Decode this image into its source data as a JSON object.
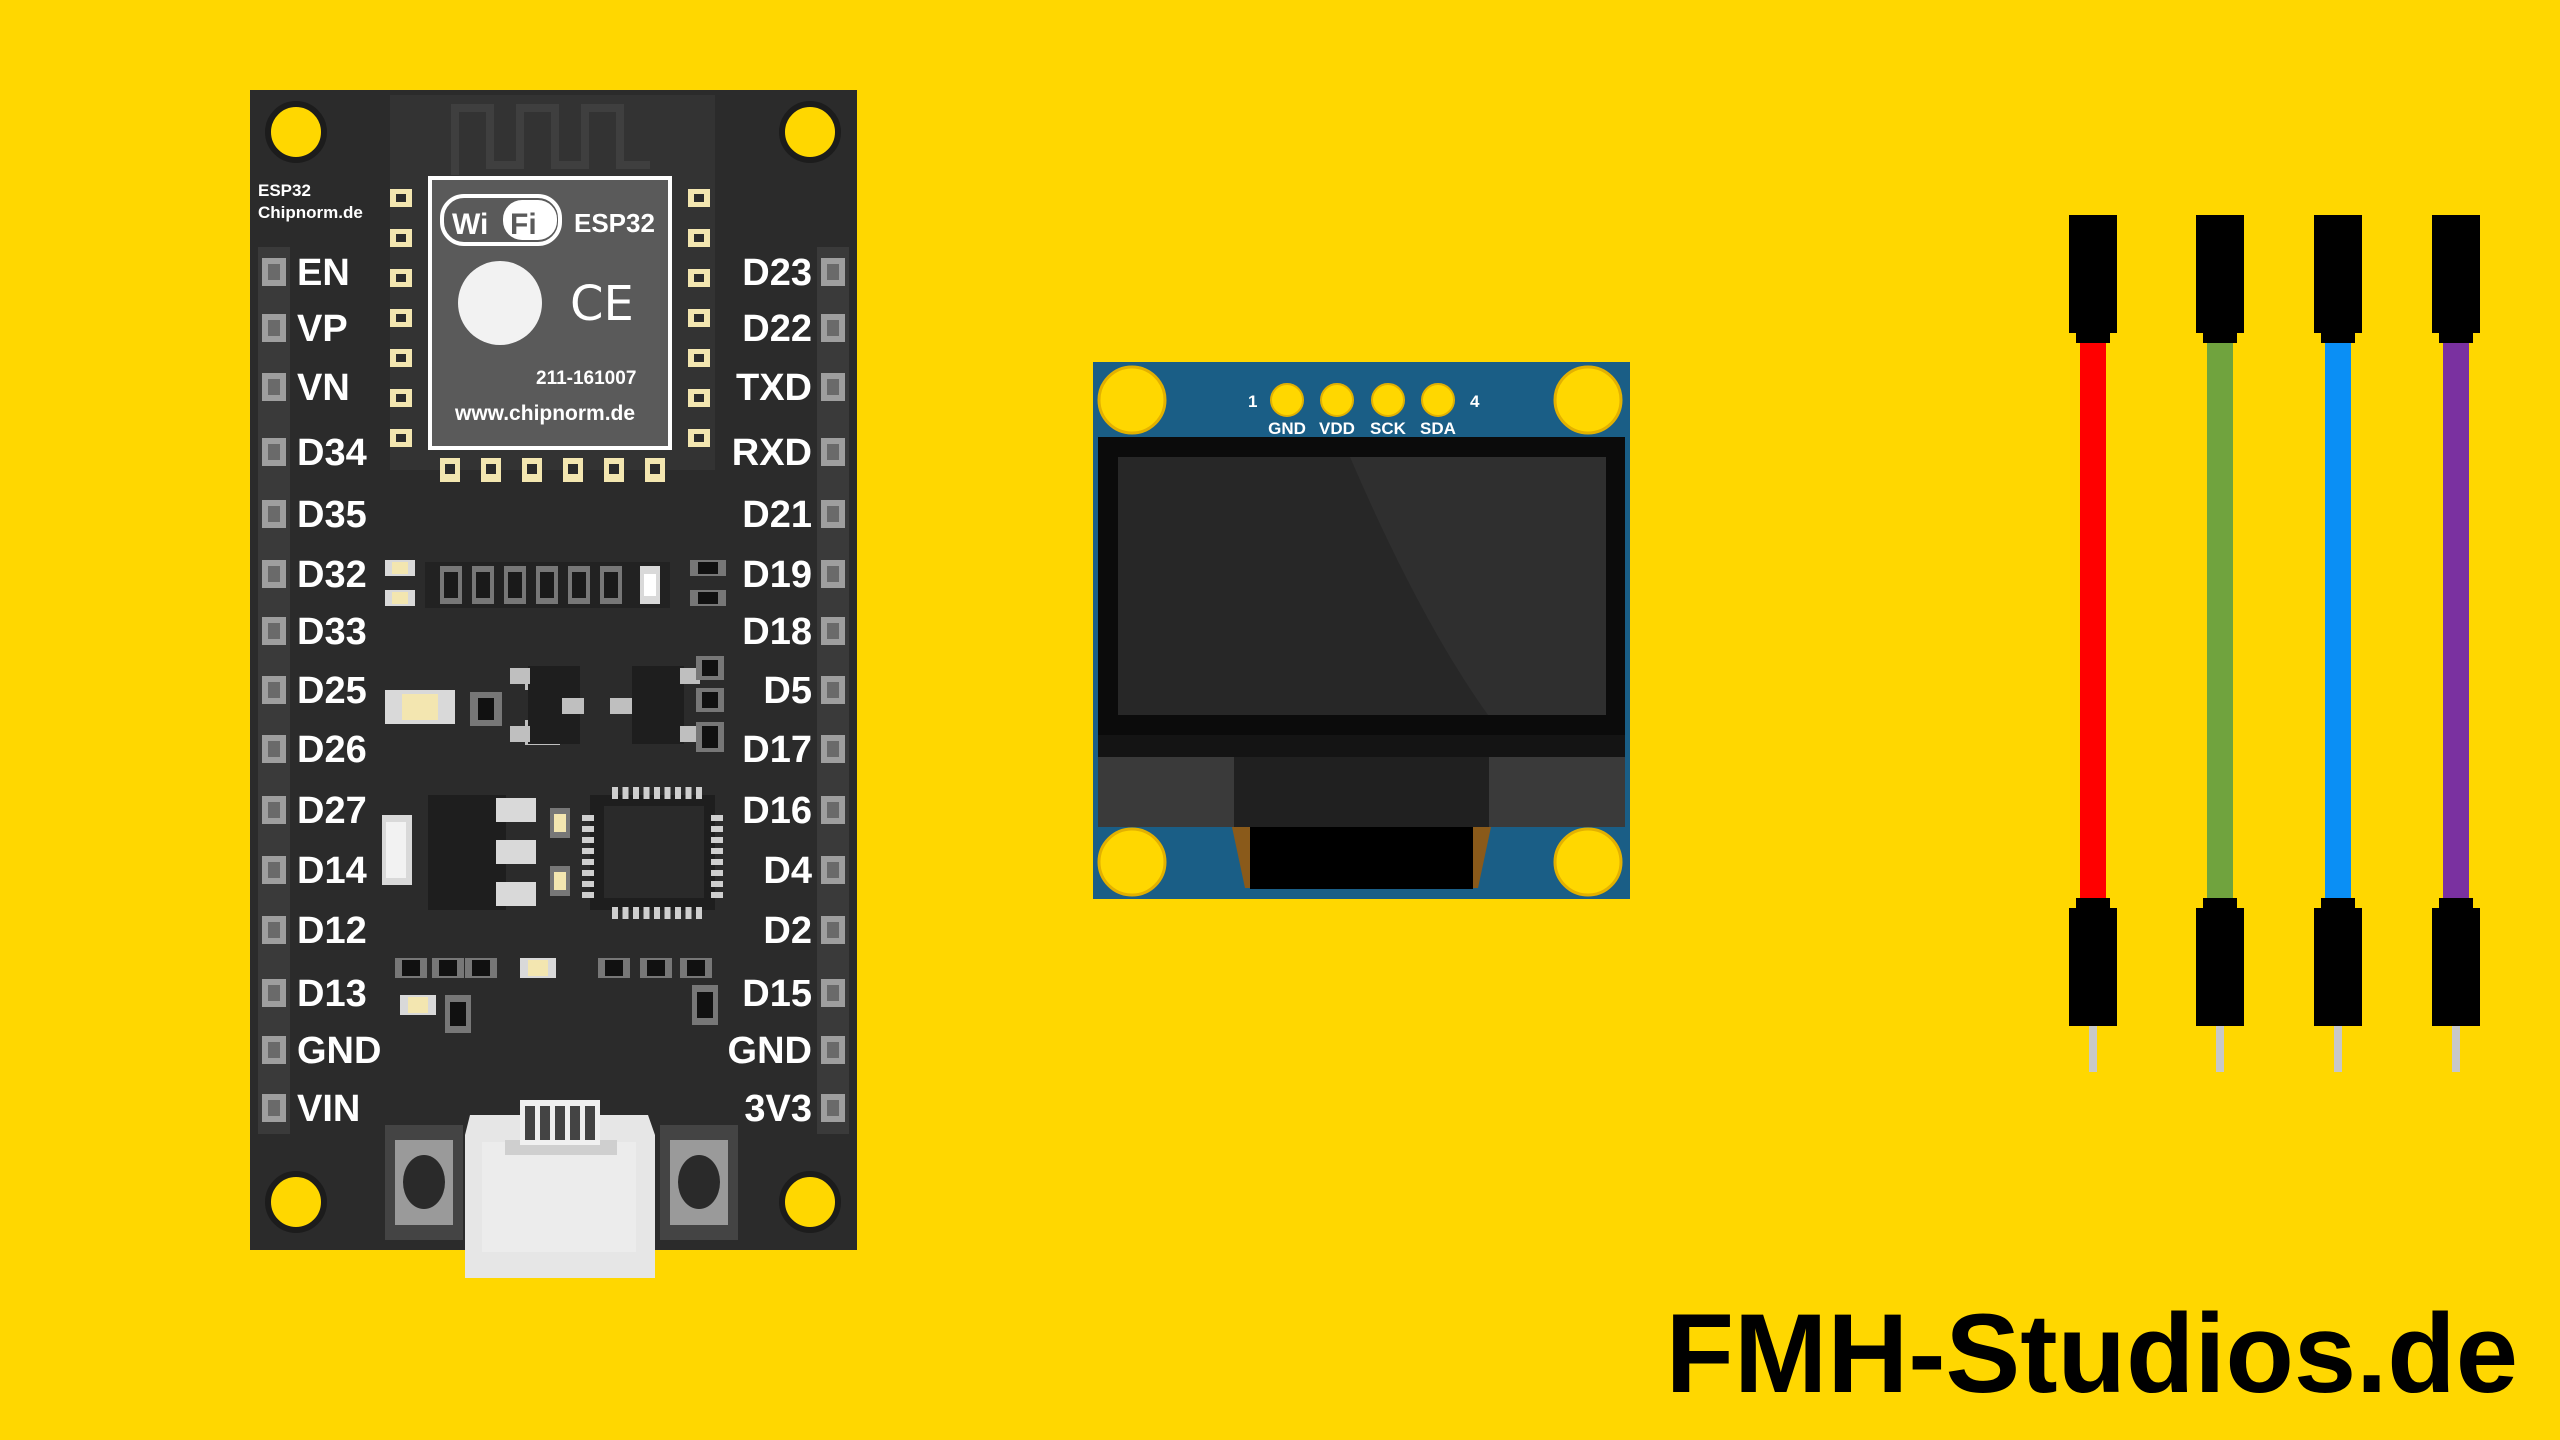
{
  "esp32": {
    "label_line1": "ESP32",
    "label_line2": "Chipnorm.de",
    "module": {
      "wifi_word1": "Wi",
      "wifi_word2": "Fi",
      "chip_name": "ESP32",
      "ce_mark": "CE",
      "serial": "211-161007",
      "website": "www.chipnorm.de"
    },
    "left_pins": [
      "EN",
      "VP",
      "VN",
      "D34",
      "D35",
      "D32",
      "D33",
      "D25",
      "D26",
      "D27",
      "D14",
      "D12",
      "D13",
      "GND",
      "VIN"
    ],
    "right_pins": [
      "D23",
      "D22",
      "TXD",
      "RXD",
      "D21",
      "D19",
      "D18",
      "D5",
      "D17",
      "D16",
      "D4",
      "D2",
      "D15",
      "GND",
      "3V3"
    ]
  },
  "oled": {
    "pin_first": "1",
    "pin_last": "4",
    "pins": [
      "GND",
      "VDD",
      "SCK",
      "SDA"
    ],
    "board_color": "#1A5E86"
  },
  "wires": [
    {
      "color": "#FF0000"
    },
    {
      "color": "#70A33E"
    },
    {
      "color": "#0A8FF5"
    },
    {
      "color": "#7A31A0"
    }
  ],
  "branding": {
    "text": "FMH-Studios.de"
  }
}
